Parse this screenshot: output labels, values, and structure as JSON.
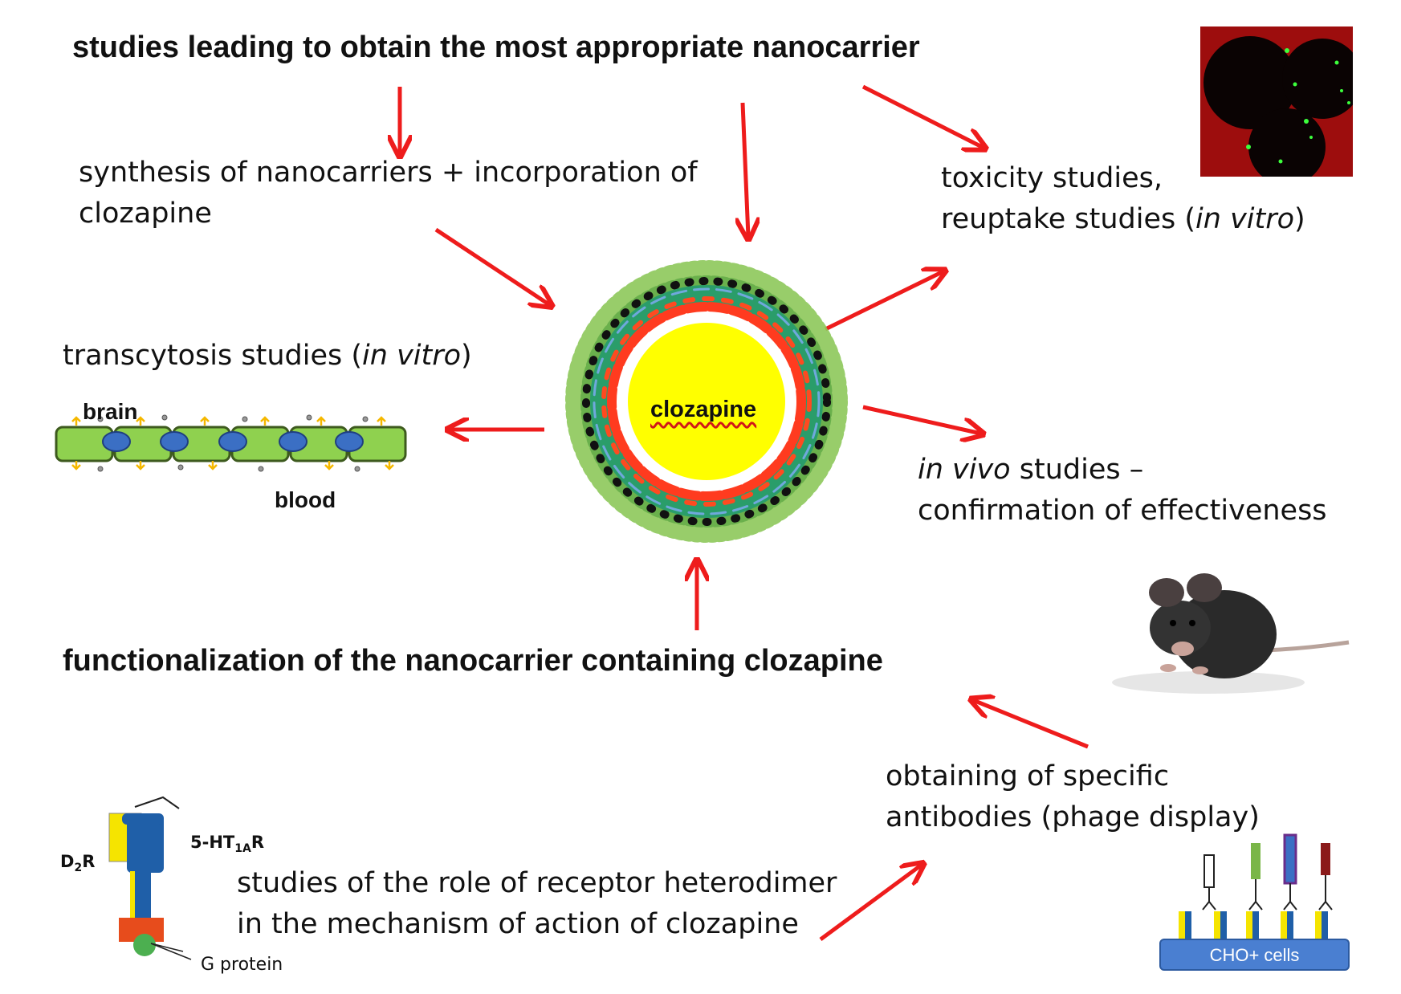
{
  "title_top": "studies leading to obtain the most appropriate nanocarrier",
  "synthesis": {
    "line1": "synthesis of nanocarriers + incorporation of",
    "line2": "clozapine"
  },
  "toxicity": {
    "line1": "toxicity studies,",
    "line2_pre": "reuptake studies  (",
    "line2_em": "in vitro",
    "line2_post": ")"
  },
  "transcytosis": {
    "pre": "transcytosis studies  (",
    "em": "in vitro",
    "post": ")",
    "brain_label": "brain",
    "blood_label": "blood"
  },
  "center_label": "clozapine",
  "invivo": {
    "line1_em": "in vivo",
    "line1_post": " studies –",
    "line2": "confirmation of effectiveness"
  },
  "functionalization": "functionalization of the nanocarrier containing clozapine",
  "antibodies": {
    "line1": "obtaining of specific",
    "line2": "antibodies (phage display)",
    "cells_label": "CHO+ cells"
  },
  "heterodimer": {
    "line1": "studies of the role of receptor heterodimer",
    "line2": "in the mechanism of action of clozapine",
    "d2r_main": "D",
    "d2r_sub": "2",
    "d2r_end": "R",
    "ht_main": "5-HT",
    "ht_sub": "1A",
    "ht_end": "R",
    "gprotein": "G protein"
  },
  "colors": {
    "arrow": "#ee1c1c",
    "core": "#ffff00",
    "cell": "#8fd14f",
    "nucleus": "#3b6fc4",
    "cho": "#4a7fd1",
    "receptor_yellow": "#f5e400",
    "receptor_blue": "#1f5fa8"
  }
}
